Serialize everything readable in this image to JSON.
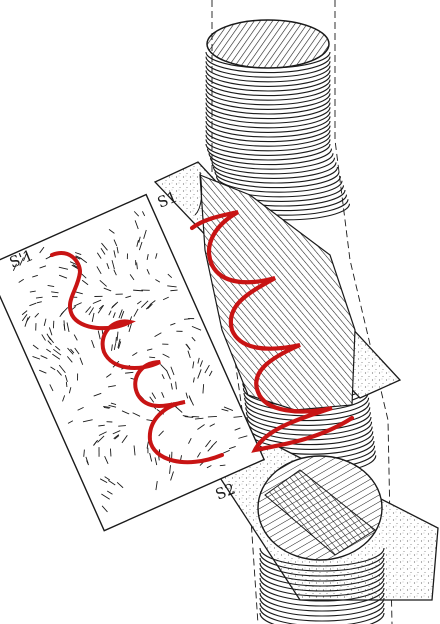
{
  "labels": {
    "s1_prime": "S'1",
    "s1": "S1",
    "s2": "S2"
  },
  "colors": {
    "ink": "#1a1a1a",
    "highlight": "#c81414",
    "paper": "#ffffff"
  },
  "description_elements": {
    "cylinder": "stacked-disk-column",
    "planes": [
      "s1-prime-section",
      "s1-section",
      "s2-section"
    ],
    "helix_curves": [
      "red-helix-front",
      "red-helix-detached"
    ]
  }
}
